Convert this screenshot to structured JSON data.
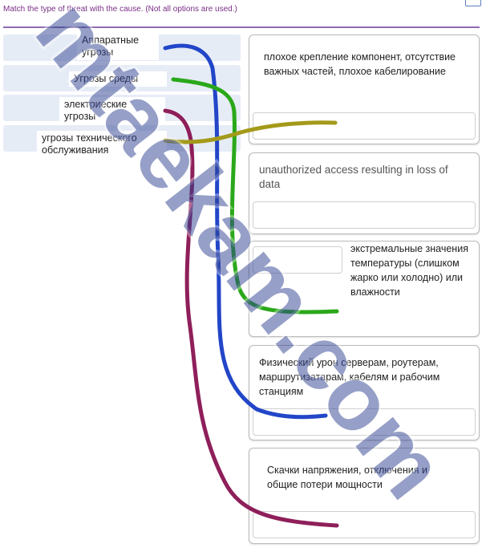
{
  "instruction": "Match the type of threat with the cause. (Not all options are used.)",
  "drag_items": [
    {
      "label": "Аппаратные угрозы"
    },
    {
      "label": "Угрозы среды"
    },
    {
      "label": "электриеские угрозы"
    },
    {
      "label": "угрозы технического обслуживания"
    }
  ],
  "targets": [
    {
      "text": "плохое крепление компонент, отсутствие важных частей, плохое кабелирование"
    },
    {
      "text": "unauthorized access resulting in loss of data"
    },
    {
      "text": "экстремальные значения температуры (слишком жарко или холодно) или влажности"
    },
    {
      "text": "Физический урон серверам, роутерам, маршрутизатарам, кабелям и рабочим станциям"
    },
    {
      "text": "Скачки напряжения, отключения и общие потери мощности"
    }
  ],
  "watermark_text": "mtaekam.com",
  "colors": {
    "instruction": "#7a2f86",
    "divider": "#8c6bb0",
    "drag_bg": "#e6ecf6",
    "wire_blue": "#2246c8",
    "wire_green": "#2aa81a",
    "wire_maroon": "#8e1f5a",
    "wire_olive": "#a39a1a",
    "watermark": "#2e3f8f"
  },
  "corner_icon": "document-icon"
}
